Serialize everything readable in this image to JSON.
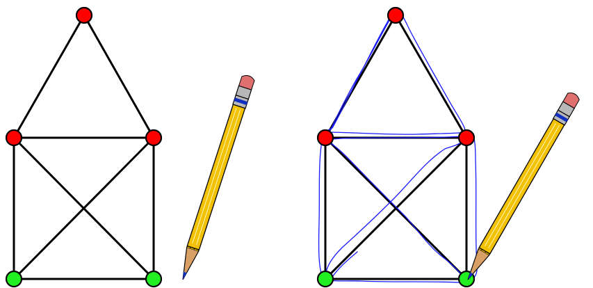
{
  "figure": {
    "panels": [
      {
        "id": "left",
        "nodes": [
          {
            "id": "apex",
            "color": "red"
          },
          {
            "id": "mid-left",
            "color": "red"
          },
          {
            "id": "mid-right",
            "color": "red"
          },
          {
            "id": "bottom-left",
            "color": "green"
          },
          {
            "id": "bottom-right",
            "color": "green"
          }
        ],
        "edges": [
          [
            "apex",
            "mid-left"
          ],
          [
            "apex",
            "mid-right"
          ],
          [
            "mid-left",
            "mid-right"
          ],
          [
            "mid-left",
            "bottom-left"
          ],
          [
            "mid-right",
            "bottom-right"
          ],
          [
            "bottom-left",
            "bottom-right"
          ],
          [
            "mid-left",
            "bottom-right"
          ],
          [
            "mid-right",
            "bottom-left"
          ]
        ],
        "trace": false,
        "pencil": "pencil-icon"
      },
      {
        "id": "right",
        "nodes": [
          {
            "id": "apex",
            "color": "red"
          },
          {
            "id": "mid-left",
            "color": "red"
          },
          {
            "id": "mid-right",
            "color": "red"
          },
          {
            "id": "bottom-left",
            "color": "green"
          },
          {
            "id": "bottom-right",
            "color": "green"
          }
        ],
        "edges": [
          [
            "apex",
            "mid-left"
          ],
          [
            "apex",
            "mid-right"
          ],
          [
            "mid-left",
            "mid-right"
          ],
          [
            "mid-left",
            "bottom-left"
          ],
          [
            "mid-right",
            "bottom-right"
          ],
          [
            "bottom-left",
            "bottom-right"
          ],
          [
            "mid-left",
            "bottom-right"
          ],
          [
            "mid-right",
            "bottom-left"
          ]
        ],
        "trace": true,
        "trace_color": "#1a1aff",
        "pencil": "pencil-icon"
      }
    ],
    "colors": {
      "edge": "#000000",
      "node_red": "#ff0000",
      "node_green": "#22ee22",
      "trace": "#1a1aff",
      "pencil_body": "#f2c200",
      "pencil_wood": "#d9a066",
      "pencil_eraser": "#e07070",
      "pencil_band_blue": "#1030c0",
      "pencil_band_grey": "#b8b8b8"
    }
  }
}
